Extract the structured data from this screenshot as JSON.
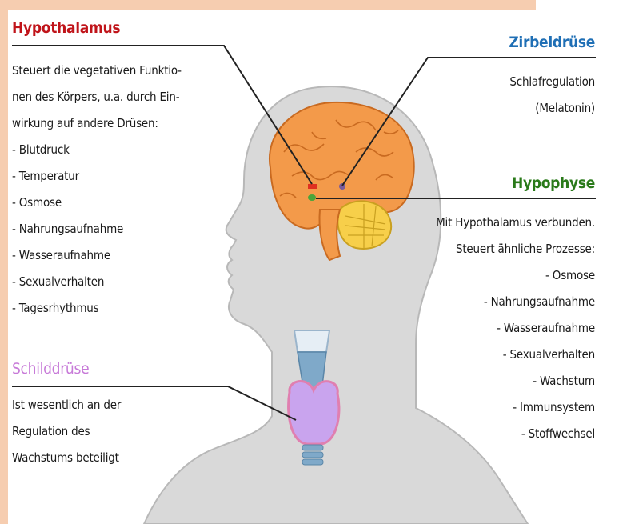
{
  "hypothalamus": {
    "title": "Hypothalamus",
    "lines": [
      "Steuert die vegetativen  Funktio-",
      "nen des Körpers, u.a. durch Ein-",
      "wirkung auf andere Drüsen:",
      "- Blutdruck",
      "- Temperatur",
      "- Osmose",
      "- Nahrungsaufnahme",
      "- Wasseraufnahme",
      "- Sexualverhalten",
      "- Tagesrhythmus"
    ]
  },
  "zirbeldruese": {
    "title": "Zirbeldrüse",
    "lines": [
      "Schlafregulation",
      "(Melatonin)"
    ]
  },
  "hypophyse": {
    "title": "Hypophyse",
    "lines": [
      "Mit Hypothalamus verbunden.",
      "Steuert ähnliche Prozesse:",
      "- Osmose",
      "- Nahrungsaufnahme",
      "- Wasseraufnahme",
      "- Sexualverhalten",
      "- Wachstum",
      "- Immunsystem",
      "- Stoffwechsel"
    ]
  },
  "schilddruese": {
    "title": "Schilddrüse",
    "lines": [
      "Ist wesentlich an der",
      "Regulation des",
      "Wachstums beteiligt"
    ]
  },
  "colors": {
    "hypothalamus_title": "#c0141a",
    "zirbeldruese_title": "#1f6fb5",
    "hypophyse_title": "#2a7a1a",
    "schilddruese_title": "#c77ad8",
    "frame": "#f6cdb0",
    "silhouette": "#d9d9d9",
    "brain": "#f39a4a",
    "cerebellum": "#f7cf4a",
    "thyroid": "#c9a4ee",
    "trachea": "#7fa9c9"
  }
}
